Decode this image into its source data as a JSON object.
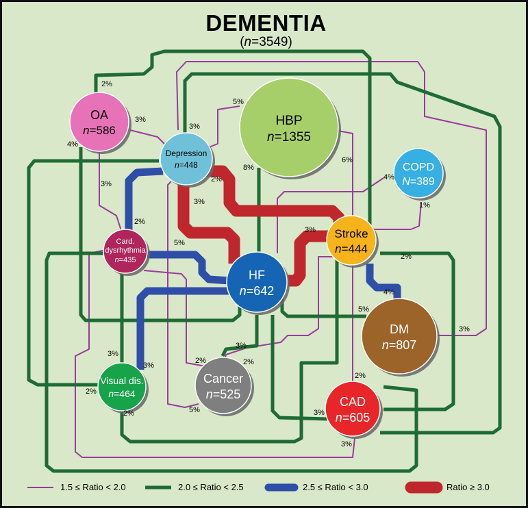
{
  "title": "DEMENTIA",
  "subtitle": "(n=3549)",
  "colors": {
    "background": "#d8e8c8",
    "tier1": "#9b3a9e",
    "tier2": "#1e6b35",
    "tier3": "#2f4ea8",
    "tier4": "#c0272d"
  },
  "nodes": [
    {
      "id": "OA",
      "label": "OA",
      "n": "n=586",
      "color": "#e872b8",
      "text": "#000"
    },
    {
      "id": "Depression",
      "label": "Depression",
      "n": "n=448",
      "color": "#6ec1d8",
      "text": "#000"
    },
    {
      "id": "HBP",
      "label": "HBP",
      "n": "n=1355",
      "color": "#a6cf6a",
      "text": "#000"
    },
    {
      "id": "COPD",
      "label": "COPD",
      "n": "N=389",
      "color": "#36afe3",
      "text": "#fff"
    },
    {
      "id": "Card",
      "label": "Card. dysrhythmia",
      "n": "n=435",
      "color": "#b0265c",
      "text": "#fff"
    },
    {
      "id": "Stroke",
      "label": "Stroke",
      "n": "n=444",
      "color": "#f6b31a",
      "text": "#000"
    },
    {
      "id": "HF",
      "label": "HF",
      "n": "n=642",
      "color": "#1565b4",
      "text": "#fff"
    },
    {
      "id": "DM",
      "label": "DM",
      "n": "n=807",
      "color": "#9c6428",
      "text": "#fff"
    },
    {
      "id": "Visual",
      "label": "Visual dis.",
      "n": "n=464",
      "color": "#17a34a",
      "text": "#fff"
    },
    {
      "id": "Cancer",
      "label": "Cancer",
      "n": "n=525",
      "color": "#7f7f7f",
      "text": "#fff"
    },
    {
      "id": "CAD",
      "label": "CAD",
      "n": "n=605",
      "color": "#e8262a",
      "text": "#fff"
    }
  ],
  "edge_labels": [
    "2%",
    "3%",
    "4%",
    "3%",
    "3%",
    "5%",
    "8%",
    "2%",
    "3%",
    "6%",
    "4%",
    "1%",
    "2%",
    "5%",
    "3%",
    "2%",
    "4%",
    "5%",
    "3%",
    "3%",
    "3%",
    "3%",
    "2%",
    "2%",
    "2%",
    "2%",
    "5%",
    "3%",
    "2%"
  ],
  "legend": [
    {
      "label": "1.5 ≤ Ratio < 2.0",
      "tier": "tier1"
    },
    {
      "label": "2.0 ≤ Ratio < 2.5",
      "tier": "tier2"
    },
    {
      "label": "2.5 ≤ Ratio < 3.0",
      "tier": "tier3"
    },
    {
      "label": "Ratio ≥  3.0",
      "tier": "tier4"
    }
  ]
}
